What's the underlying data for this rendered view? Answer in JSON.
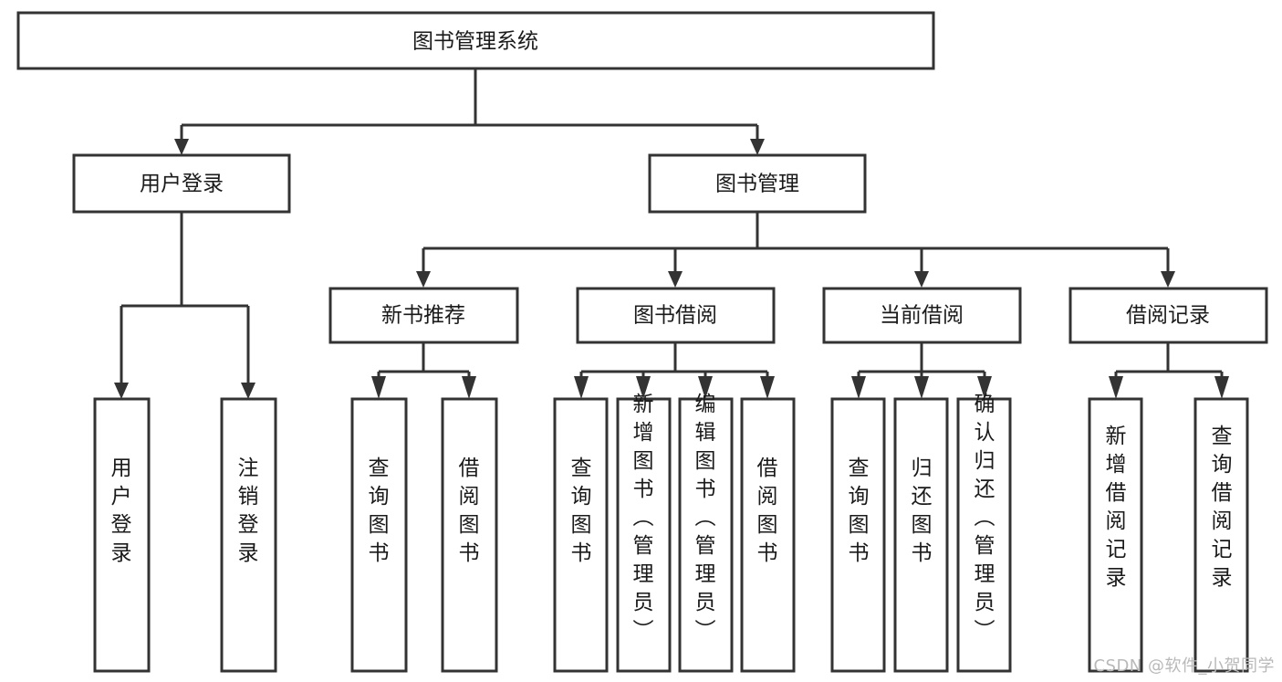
{
  "diagram": {
    "type": "tree",
    "title": "图书管理系统",
    "orientation": "top-down",
    "background_color": "#ffffff",
    "line_color": "#333333",
    "text_color": "#1a1a1a",
    "box_fill": "#ffffff"
  },
  "nodes": {
    "root": {
      "label": "图书管理系统",
      "level": 1,
      "orientation": "horizontal"
    },
    "l2": [
      {
        "label": "用户登录",
        "level": 2,
        "orientation": "horizontal"
      },
      {
        "label": "图书管理",
        "level": 2,
        "orientation": "horizontal"
      }
    ],
    "l3": [
      {
        "label": "新书推荐",
        "level": 3,
        "orientation": "horizontal"
      },
      {
        "label": "图书借阅",
        "level": 3,
        "orientation": "horizontal"
      },
      {
        "label": "当前借阅",
        "level": 3,
        "orientation": "horizontal"
      },
      {
        "label": "借阅记录",
        "level": 3,
        "orientation": "horizontal"
      }
    ],
    "leaves_user_login": [
      {
        "label": "用户登录",
        "level": 3,
        "orientation": "vertical"
      },
      {
        "label": "注销登录",
        "level": 3,
        "orientation": "vertical"
      }
    ],
    "leaves_new_book": [
      {
        "label": "查询图书",
        "level": 4,
        "orientation": "vertical"
      },
      {
        "label": "借阅图书",
        "level": 4,
        "orientation": "vertical"
      }
    ],
    "leaves_borrow": [
      {
        "label": "查询图书",
        "level": 4,
        "orientation": "vertical"
      },
      {
        "label": "新增图书（管理员）",
        "level": 4,
        "orientation": "vertical"
      },
      {
        "label": "编辑图书（管理员）",
        "level": 4,
        "orientation": "vertical"
      },
      {
        "label": "借阅图书",
        "level": 4,
        "orientation": "vertical"
      }
    ],
    "leaves_current": [
      {
        "label": "查询图书",
        "level": 4,
        "orientation": "vertical"
      },
      {
        "label": "归还图书",
        "level": 4,
        "orientation": "vertical"
      },
      {
        "label": "确认归还（管理员）",
        "level": 4,
        "orientation": "vertical"
      }
    ],
    "leaves_records": [
      {
        "label": "新增借阅记录",
        "level": 4,
        "orientation": "vertical"
      },
      {
        "label": "查询借阅记录",
        "level": 4,
        "orientation": "vertical"
      }
    ]
  },
  "watermark": {
    "text": "CSDN @软件_小贺同学",
    "color": "#b9b9b9"
  }
}
